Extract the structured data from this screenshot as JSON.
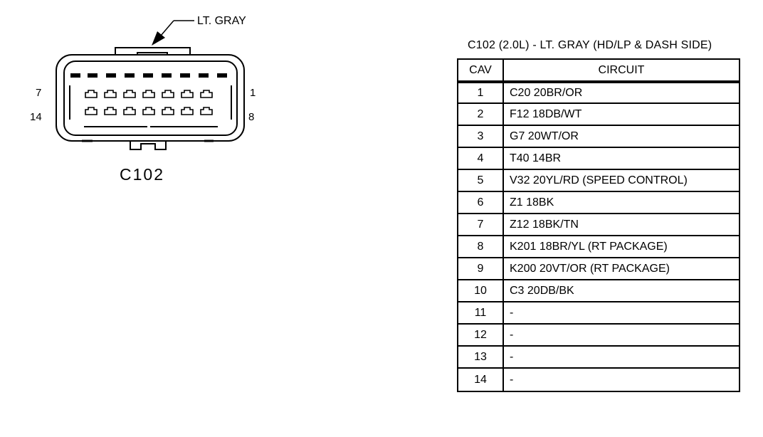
{
  "connector": {
    "color_callout": "LT. GRAY",
    "name": "C102",
    "pin_labels": {
      "top_left": "7",
      "top_right": "1",
      "bottom_left": "14",
      "bottom_right": "8"
    }
  },
  "table": {
    "title": "C102 (2.0L) - LT. GRAY (HD/LP & DASH SIDE)",
    "headers": {
      "cav": "CAV",
      "circuit": "CIRCUIT"
    },
    "rows": [
      {
        "cav": "1",
        "circuit": "C20 20BR/OR"
      },
      {
        "cav": "2",
        "circuit": "F12 18DB/WT"
      },
      {
        "cav": "3",
        "circuit": "G7 20WT/OR"
      },
      {
        "cav": "4",
        "circuit": "T40 14BR"
      },
      {
        "cav": "5",
        "circuit": "V32 20YL/RD (SPEED CONTROL)"
      },
      {
        "cav": "6",
        "circuit": "Z1 18BK"
      },
      {
        "cav": "7",
        "circuit": "Z12 18BK/TN"
      },
      {
        "cav": "8",
        "circuit": "K201 18BR/YL (RT PACKAGE)"
      },
      {
        "cav": "9",
        "circuit": "K200 20VT/OR (RT PACKAGE)"
      },
      {
        "cav": "10",
        "circuit": "C3 20DB/BK"
      },
      {
        "cav": "11",
        "circuit": "-"
      },
      {
        "cav": "12",
        "circuit": "-"
      },
      {
        "cav": "13",
        "circuit": "-"
      },
      {
        "cav": "14",
        "circuit": "-"
      }
    ]
  }
}
